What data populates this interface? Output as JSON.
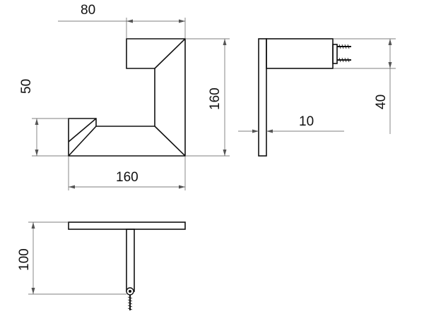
{
  "drawing": {
    "front_view": {
      "dim_top_width": "80",
      "dim_step_height": "50",
      "dim_total_height": "160",
      "dim_total_width": "160"
    },
    "side_view": {
      "dim_plate_thickness": "10",
      "dim_depth": "40"
    },
    "top_view": {
      "dim_projection": "100"
    }
  }
}
